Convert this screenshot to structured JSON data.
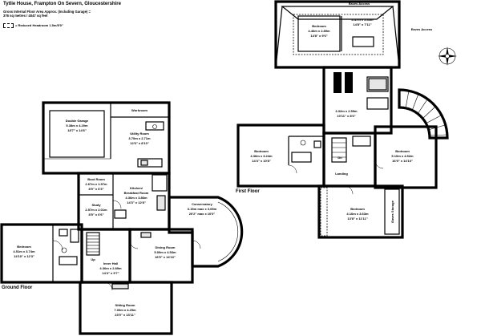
{
  "header": {
    "title": "Tytlie House, Frampton On Severn, Gloucestershire",
    "line1": "Gross Internal Floor Area Approx. (Including Garage) =",
    "line2": "376 sq metres / 4047 sq feet"
  },
  "legend": {
    "label": "= Reduced Headroom 1.5m/5'0\""
  },
  "floors": {
    "ground": "Ground Floor",
    "first": "First Floor"
  },
  "rooms": {
    "garage": {
      "name": "Double Garage",
      "dim1": "5.38m x 4.20m",
      "dim2": "18'7\" x 14'6\""
    },
    "workroom": {
      "name": "Workroom"
    },
    "utility": {
      "name": "Utility Room",
      "dim1": "3.70m x 2.71m",
      "dim2": "12'6\" x 8'10\""
    },
    "boot": {
      "name": "Boot Room",
      "dim1": "2.67m x 1.97m",
      "dim2": "8'9\" x 6'3\""
    },
    "study": {
      "name": "Study",
      "dim1": "2.57m x 2.01m",
      "dim2": "8'5\" x 6'6\""
    },
    "kitchen": {
      "name": "Kitchen/",
      "name2": "Breakfast Room",
      "dim1": "4.36m x 3.86m",
      "dim2": "14'3\" x 12'8\""
    },
    "conservatory": {
      "name": "Conservatory",
      "dim1": "6.15m max x 3.05m",
      "dim2": "20'2\" max x 10'0\""
    },
    "ground_bed": {
      "name": "Bedroom",
      "dim1": "4.51m x 3.74m",
      "dim2": "14'10\" x 12'3\""
    },
    "hall": {
      "name": "Inner Hall",
      "dim1": "4.36m x 2.89m",
      "dim2": "14'4\" x 9'7\""
    },
    "up_label": "Up",
    "dining": {
      "name": "Dining Room",
      "dim1": "5.00m x 4.53m",
      "dim2": "16'5\" x 14'10\""
    },
    "sitting": {
      "name": "Sitting Room",
      "dim1": "7.00m x 4.25m",
      "dim2": "23'0\" x 13'11\""
    },
    "eaves_top": {
      "name": "Eaves Access"
    },
    "eaves_right": {
      "name": "Eaves Access"
    },
    "attic_bed": {
      "name": "Bedroom",
      "dim1": "4.46m x 2.89m",
      "dim2": "14'8\" x 9'6\""
    },
    "attic_bed_dims": {
      "dim1": "4.47m x 2.45m",
      "dim2": "14'8\" x 7'11\""
    },
    "landing_upper": {
      "dim1": "3.32m x 2.59m",
      "dim2": "10'11\" x 8'6\""
    },
    "dn_label": "Dn",
    "bed_left": {
      "name": "Bedroom",
      "dim1": "4.36m x 3.24m",
      "dim2": "14'4\" x 10'8\""
    },
    "bed_right": {
      "name": "Bedroom",
      "dim1": "5.10m x 4.52m",
      "dim2": "16'9\" x 14'10\""
    },
    "landing": {
      "name": "Landing"
    },
    "bed_bottom": {
      "name": "Bedroom",
      "dim1": "4.16m x 3.63m",
      "dim2": "13'8\" x 11'11\""
    },
    "eaves_storage": {
      "name": "Eaves Storage"
    }
  }
}
